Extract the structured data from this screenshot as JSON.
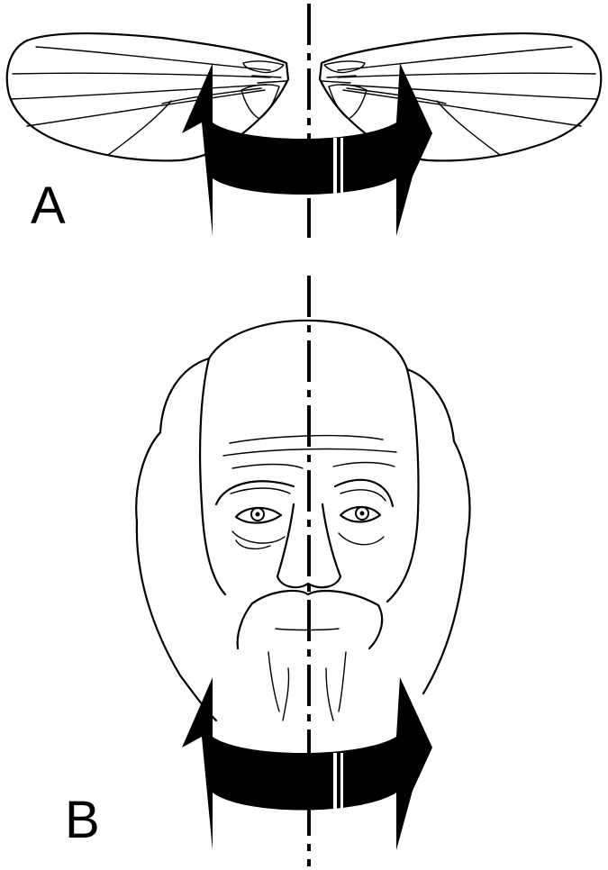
{
  "figure": {
    "panels": [
      {
        "label": "A",
        "subject": "fly-wings"
      },
      {
        "label": "B",
        "subject": "face"
      }
    ]
  },
  "colors": {
    "ink": "#000000",
    "background": "#ffffff"
  },
  "icons": {
    "rotation_arrow": "bidirectional-rotation-arrow-icon",
    "symmetry_axis": "dash-dot-axis-line"
  }
}
